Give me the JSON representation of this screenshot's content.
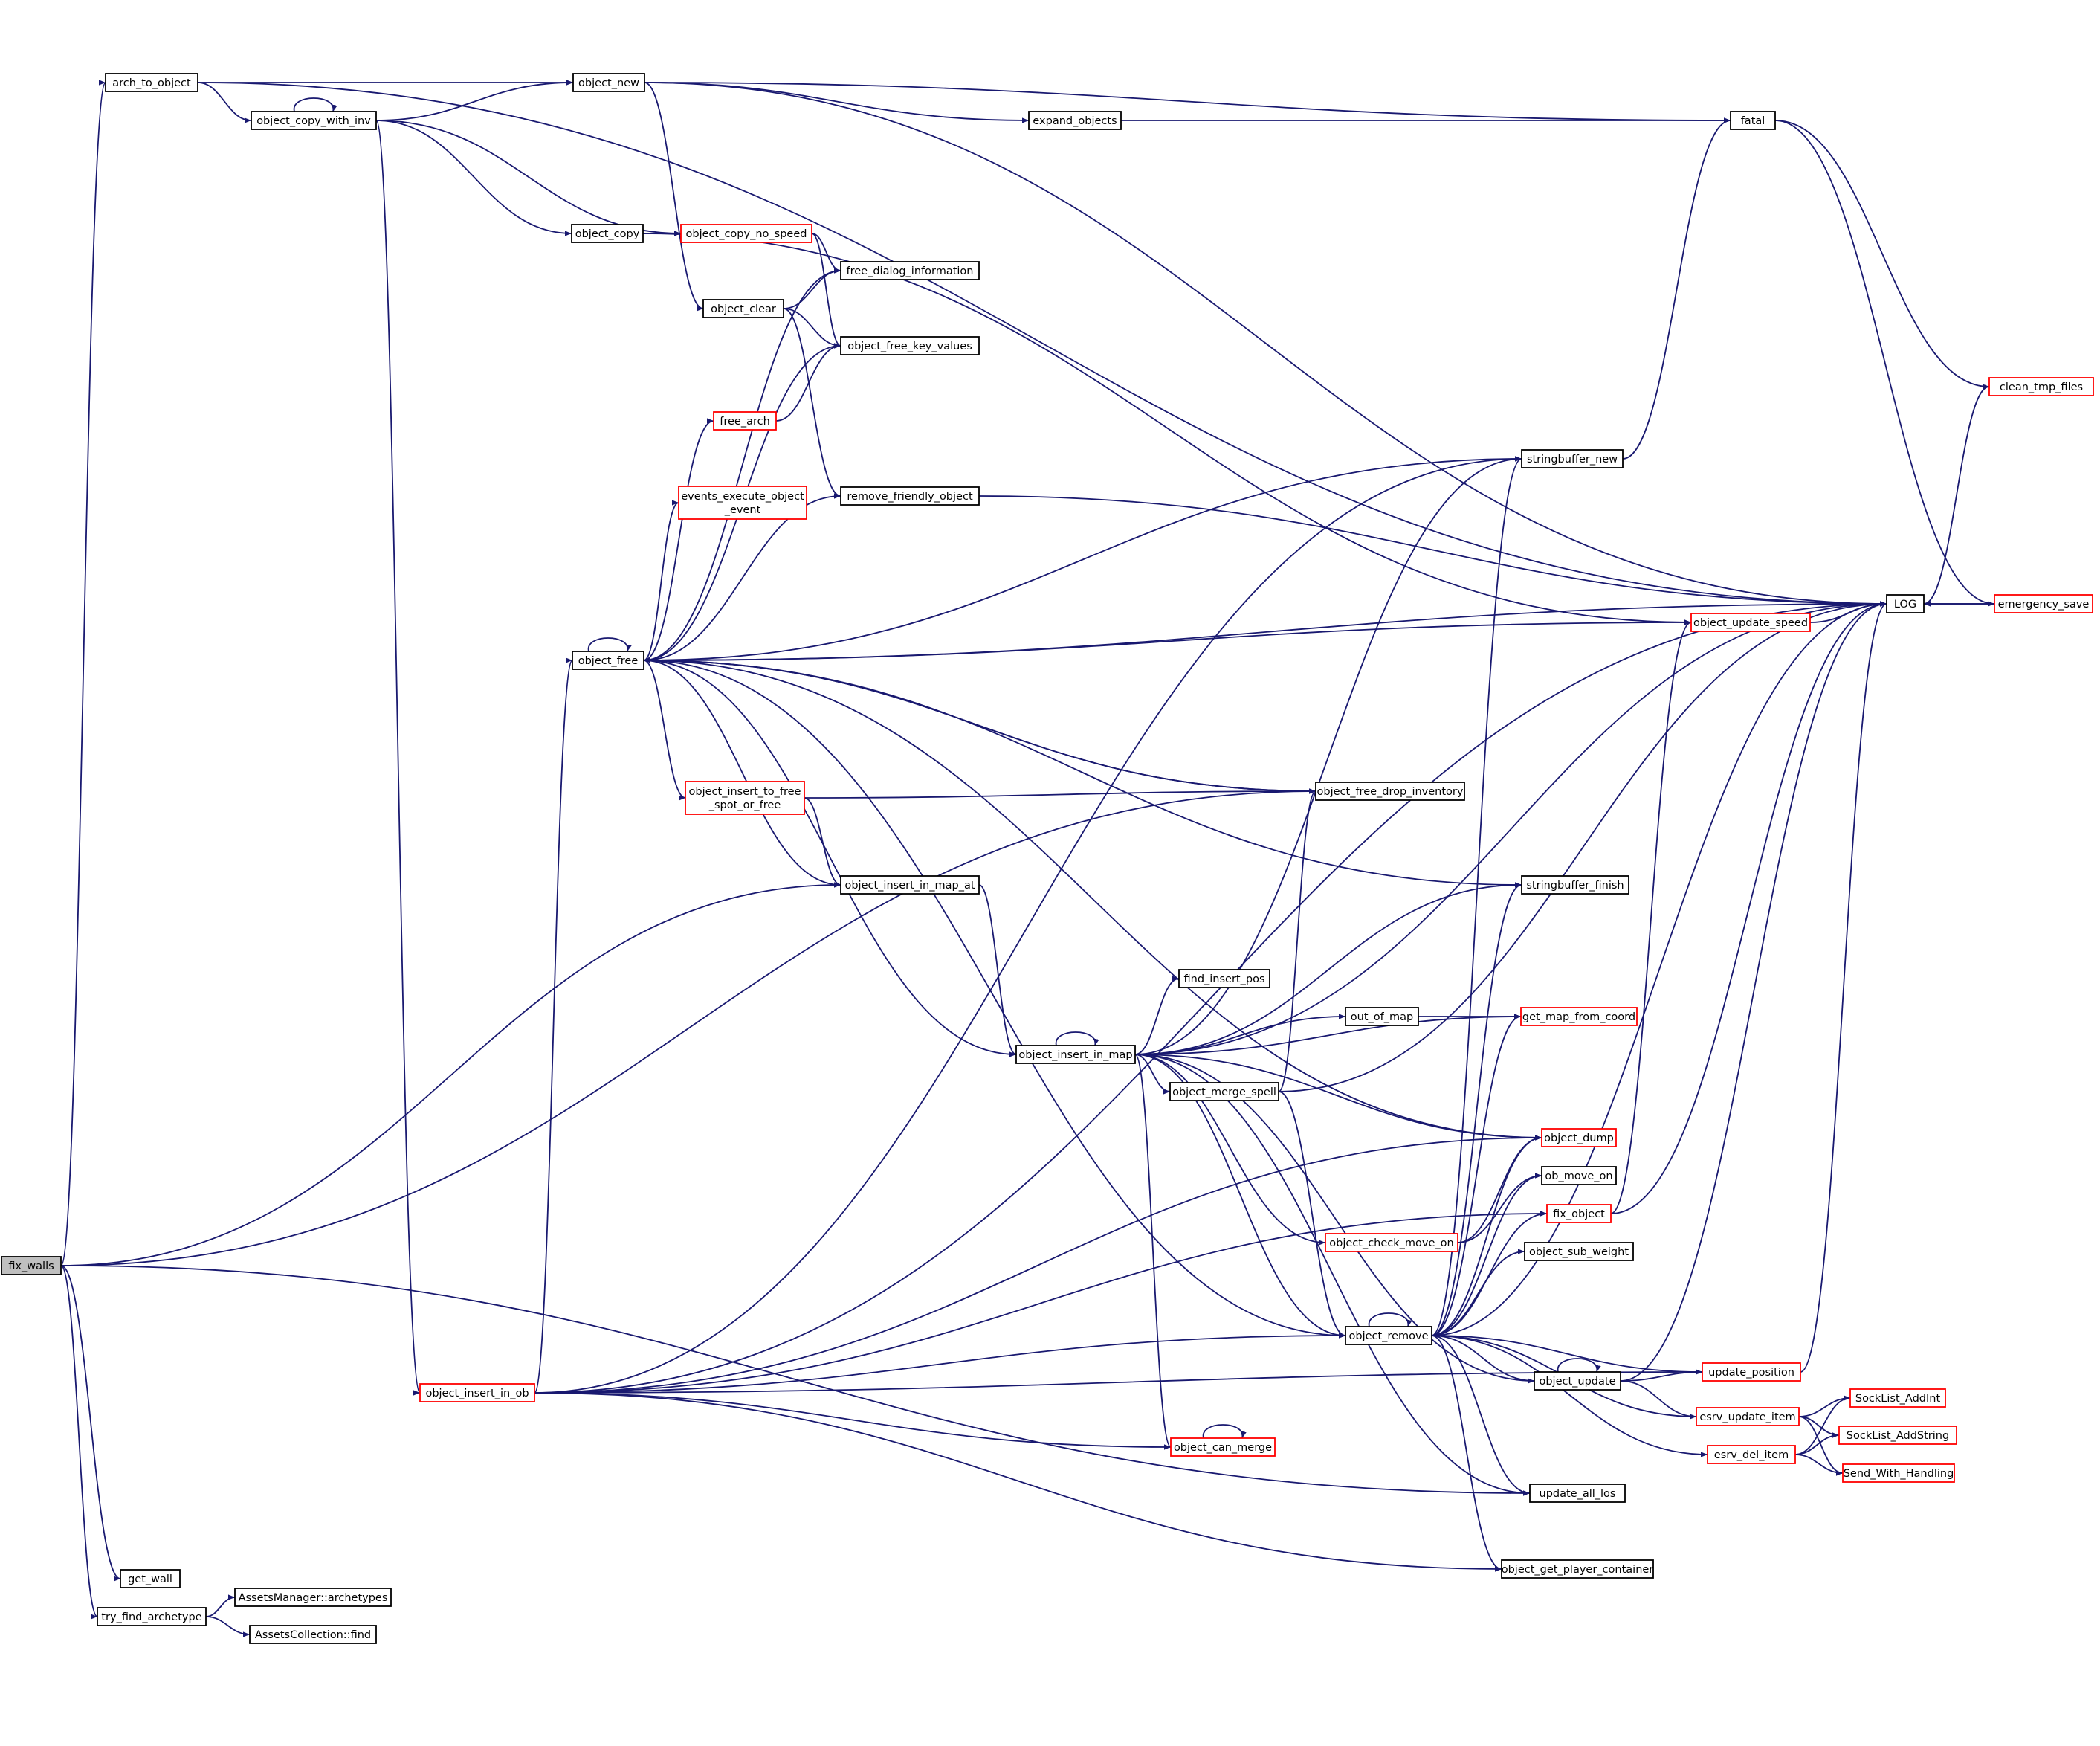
{
  "graph": {
    "nodes": [
      {
        "id": "fix_walls",
        "label": "fix_walls",
        "status": "root"
      },
      {
        "id": "arch_to_object",
        "label": "arch_to_object",
        "status": "normal"
      },
      {
        "id": "object_copy_with_inv",
        "label": "object_copy_with_inv",
        "status": "normal"
      },
      {
        "id": "object_new",
        "label": "object_new",
        "status": "normal"
      },
      {
        "id": "expand_objects",
        "label": "expand_objects",
        "status": "normal"
      },
      {
        "id": "fatal",
        "label": "fatal",
        "status": "normal"
      },
      {
        "id": "object_copy",
        "label": "object_copy",
        "status": "normal"
      },
      {
        "id": "object_copy_no_speed",
        "label": "object_copy_no_speed",
        "status": "truncated"
      },
      {
        "id": "free_dialog_information",
        "label": "free_dialog_information",
        "status": "normal"
      },
      {
        "id": "object_clear",
        "label": "object_clear",
        "status": "normal"
      },
      {
        "id": "object_free_key_values",
        "label": "object_free_key_values",
        "status": "normal"
      },
      {
        "id": "free_arch",
        "label": "free_arch",
        "status": "truncated"
      },
      {
        "id": "stringbuffer_new",
        "label": "stringbuffer_new",
        "status": "normal"
      },
      {
        "id": "clean_tmp_files",
        "label": "clean_tmp_files",
        "status": "truncated"
      },
      {
        "id": "events_execute_object_event",
        "label": [
          "events_execute_object",
          "_event"
        ],
        "status": "truncated"
      },
      {
        "id": "remove_friendly_object",
        "label": "remove_friendly_object",
        "status": "normal"
      },
      {
        "id": "LOG",
        "label": "LOG",
        "status": "normal"
      },
      {
        "id": "emergency_save",
        "label": "emergency_save",
        "status": "truncated"
      },
      {
        "id": "object_update_speed",
        "label": "object_update_speed",
        "status": "truncated"
      },
      {
        "id": "object_free",
        "label": "object_free",
        "status": "normal"
      },
      {
        "id": "object_insert_to_free_spot_or_free",
        "label": [
          "object_insert_to_free",
          "_spot_or_free"
        ],
        "status": "truncated"
      },
      {
        "id": "object_free_drop_inventory",
        "label": "object_free_drop_inventory",
        "status": "normal"
      },
      {
        "id": "object_insert_in_map_at",
        "label": "object_insert_in_map_at",
        "status": "normal"
      },
      {
        "id": "stringbuffer_finish",
        "label": "stringbuffer_finish",
        "status": "normal"
      },
      {
        "id": "find_insert_pos",
        "label": "find_insert_pos",
        "status": "normal"
      },
      {
        "id": "out_of_map",
        "label": "out_of_map",
        "status": "normal"
      },
      {
        "id": "get_map_from_coord",
        "label": "get_map_from_coord",
        "status": "truncated"
      },
      {
        "id": "object_insert_in_map",
        "label": "object_insert_in_map",
        "status": "normal"
      },
      {
        "id": "object_merge_spell",
        "label": "object_merge_spell",
        "status": "normal"
      },
      {
        "id": "object_dump",
        "label": "object_dump",
        "status": "truncated"
      },
      {
        "id": "ob_move_on",
        "label": "ob_move_on",
        "status": "normal"
      },
      {
        "id": "fix_object",
        "label": "fix_object",
        "status": "truncated"
      },
      {
        "id": "object_check_move_on",
        "label": "object_check_move_on",
        "status": "truncated"
      },
      {
        "id": "object_sub_weight",
        "label": "object_sub_weight",
        "status": "normal"
      },
      {
        "id": "object_remove",
        "label": "object_remove",
        "status": "normal"
      },
      {
        "id": "object_update",
        "label": "object_update",
        "status": "normal"
      },
      {
        "id": "update_position",
        "label": "update_position",
        "status": "truncated"
      },
      {
        "id": "object_insert_in_ob",
        "label": "object_insert_in_ob",
        "status": "truncated"
      },
      {
        "id": "SockList_AddInt",
        "label": "SockList_AddInt",
        "status": "truncated"
      },
      {
        "id": "esrv_update_item",
        "label": "esrv_update_item",
        "status": "truncated"
      },
      {
        "id": "SockList_AddString",
        "label": "SockList_AddString",
        "status": "truncated"
      },
      {
        "id": "object_can_merge",
        "label": "object_can_merge",
        "status": "truncated"
      },
      {
        "id": "esrv_del_item",
        "label": "esrv_del_item",
        "status": "truncated"
      },
      {
        "id": "Send_With_Handling",
        "label": "Send_With_Handling",
        "status": "truncated"
      },
      {
        "id": "update_all_los",
        "label": "update_all_los",
        "status": "normal"
      },
      {
        "id": "object_get_player_container",
        "label": "object_get_player_container",
        "status": "normal"
      },
      {
        "id": "get_wall",
        "label": "get_wall",
        "status": "normal"
      },
      {
        "id": "try_find_archetype",
        "label": "try_find_archetype",
        "status": "normal"
      },
      {
        "id": "AssetsManager_archetypes",
        "label": "AssetsManager::archetypes",
        "status": "normal"
      },
      {
        "id": "AssetsCollection_find",
        "label": "AssetsCollection::find",
        "status": "normal"
      }
    ],
    "edges": [
      [
        "fix_walls",
        "arch_to_object"
      ],
      [
        "fix_walls",
        "object_free_drop_inventory"
      ],
      [
        "fix_walls",
        "object_insert_in_map_at"
      ],
      [
        "fix_walls",
        "update_all_los"
      ],
      [
        "fix_walls",
        "get_wall"
      ],
      [
        "fix_walls",
        "try_find_archetype"
      ],
      [
        "arch_to_object",
        "LOG"
      ],
      [
        "arch_to_object",
        "object_new"
      ],
      [
        "arch_to_object",
        "object_copy_with_inv"
      ],
      [
        "object_copy_with_inv",
        "object_copy_with_inv"
      ],
      [
        "object_copy_with_inv",
        "object_new"
      ],
      [
        "object_copy_with_inv",
        "object_copy"
      ],
      [
        "object_copy_with_inv",
        "object_copy_no_speed"
      ],
      [
        "object_copy_with_inv",
        "object_insert_in_ob"
      ],
      [
        "object_new",
        "LOG"
      ],
      [
        "object_new",
        "fatal"
      ],
      [
        "object_new",
        "expand_objects"
      ],
      [
        "object_new",
        "object_clear"
      ],
      [
        "expand_objects",
        "fatal"
      ],
      [
        "fatal",
        "clean_tmp_files"
      ],
      [
        "fatal",
        "emergency_save"
      ],
      [
        "object_copy",
        "object_copy_no_speed"
      ],
      [
        "object_copy",
        "object_update_speed"
      ],
      [
        "object_copy_no_speed",
        "free_dialog_information"
      ],
      [
        "object_copy_no_speed",
        "object_free_key_values"
      ],
      [
        "object_clear",
        "free_dialog_information"
      ],
      [
        "object_clear",
        "object_free_key_values"
      ],
      [
        "object_clear",
        "remove_friendly_object"
      ],
      [
        "free_arch",
        "object_free_key_values"
      ],
      [
        "remove_friendly_object",
        "LOG"
      ],
      [
        "stringbuffer_new",
        "fatal"
      ],
      [
        "LOG",
        "clean_tmp_files"
      ],
      [
        "LOG",
        "emergency_save"
      ],
      [
        "emergency_save",
        "LOG"
      ],
      [
        "object_update_speed",
        "LOG"
      ],
      [
        "object_free",
        "object_free"
      ],
      [
        "object_free",
        "free_dialog_information"
      ],
      [
        "object_free",
        "object_free_key_values"
      ],
      [
        "object_free",
        "free_arch"
      ],
      [
        "object_free",
        "stringbuffer_new"
      ],
      [
        "object_free",
        "events_execute_object_event"
      ],
      [
        "object_free",
        "remove_friendly_object"
      ],
      [
        "object_free",
        "LOG"
      ],
      [
        "object_free",
        "object_update_speed"
      ],
      [
        "object_free",
        "stringbuffer_finish"
      ],
      [
        "object_free",
        "object_insert_to_free_spot_or_free"
      ],
      [
        "object_free",
        "object_free_drop_inventory"
      ],
      [
        "object_free",
        "object_insert_in_map_at"
      ],
      [
        "object_free",
        "object_dump"
      ],
      [
        "object_free",
        "object_remove"
      ],
      [
        "object_insert_to_free_spot_or_free",
        "object_free_drop_inventory"
      ],
      [
        "object_insert_to_free_spot_or_free",
        "object_insert_in_map_at"
      ],
      [
        "object_free_drop_inventory",
        "object_free"
      ],
      [
        "object_insert_in_map_at",
        "object_insert_in_map"
      ],
      [
        "object_insert_in_map",
        "object_insert_in_map"
      ],
      [
        "object_insert_in_map",
        "object_free"
      ],
      [
        "object_insert_in_map",
        "stringbuffer_new"
      ],
      [
        "object_insert_in_map",
        "stringbuffer_finish"
      ],
      [
        "object_insert_in_map",
        "get_map_from_coord"
      ],
      [
        "object_insert_in_map",
        "find_insert_pos"
      ],
      [
        "object_insert_in_map",
        "out_of_map"
      ],
      [
        "object_insert_in_map",
        "LOG"
      ],
      [
        "object_insert_in_map",
        "object_merge_spell"
      ],
      [
        "object_insert_in_map",
        "object_dump"
      ],
      [
        "object_insert_in_map",
        "object_check_move_on"
      ],
      [
        "object_insert_in_map",
        "object_remove"
      ],
      [
        "object_insert_in_map",
        "object_update"
      ],
      [
        "object_insert_in_map",
        "object_can_merge"
      ],
      [
        "object_insert_in_map",
        "update_all_los"
      ],
      [
        "out_of_map",
        "get_map_from_coord"
      ],
      [
        "object_merge_spell",
        "object_free_drop_inventory"
      ],
      [
        "object_merge_spell",
        "LOG"
      ],
      [
        "object_merge_spell",
        "object_remove"
      ],
      [
        "object_check_move_on",
        "ob_move_on"
      ],
      [
        "object_check_move_on",
        "object_dump"
      ],
      [
        "fix_object",
        "object_update_speed"
      ],
      [
        "fix_object",
        "LOG"
      ],
      [
        "object_remove",
        "object_remove"
      ],
      [
        "object_remove",
        "object_dump"
      ],
      [
        "object_remove",
        "ob_move_on"
      ],
      [
        "object_remove",
        "fix_object"
      ],
      [
        "object_remove",
        "object_sub_weight"
      ],
      [
        "object_remove",
        "LOG"
      ],
      [
        "object_remove",
        "update_position"
      ],
      [
        "object_remove",
        "object_update"
      ],
      [
        "object_remove",
        "esrv_update_item"
      ],
      [
        "object_remove",
        "esrv_del_item"
      ],
      [
        "object_remove",
        "update_all_los"
      ],
      [
        "object_remove",
        "object_get_player_container"
      ],
      [
        "object_remove",
        "stringbuffer_new"
      ],
      [
        "object_remove",
        "stringbuffer_finish"
      ],
      [
        "object_remove",
        "get_map_from_coord"
      ],
      [
        "object_update",
        "object_update"
      ],
      [
        "object_update",
        "update_position"
      ],
      [
        "object_update",
        "LOG"
      ],
      [
        "object_update",
        "esrv_update_item"
      ],
      [
        "update_position",
        "LOG"
      ],
      [
        "esrv_update_item",
        "SockList_AddInt"
      ],
      [
        "esrv_update_item",
        "SockList_AddString"
      ],
      [
        "esrv_update_item",
        "Send_With_Handling"
      ],
      [
        "esrv_del_item",
        "SockList_AddInt"
      ],
      [
        "esrv_del_item",
        "SockList_AddString"
      ],
      [
        "esrv_del_item",
        "Send_With_Handling"
      ],
      [
        "object_insert_in_ob",
        "LOG"
      ],
      [
        "object_insert_in_ob",
        "object_free"
      ],
      [
        "object_insert_in_ob",
        "stringbuffer_new"
      ],
      [
        "object_insert_in_ob",
        "object_dump"
      ],
      [
        "object_insert_in_ob",
        "object_can_merge"
      ],
      [
        "object_insert_in_ob",
        "object_remove"
      ],
      [
        "object_insert_in_ob",
        "fix_object"
      ],
      [
        "object_insert_in_ob",
        "update_position"
      ],
      [
        "object_insert_in_ob",
        "object_get_player_container"
      ],
      [
        "object_can_merge",
        "object_can_merge"
      ],
      [
        "try_find_archetype",
        "AssetsManager_archetypes"
      ],
      [
        "try_find_archetype",
        "AssetsCollection_find"
      ]
    ]
  }
}
